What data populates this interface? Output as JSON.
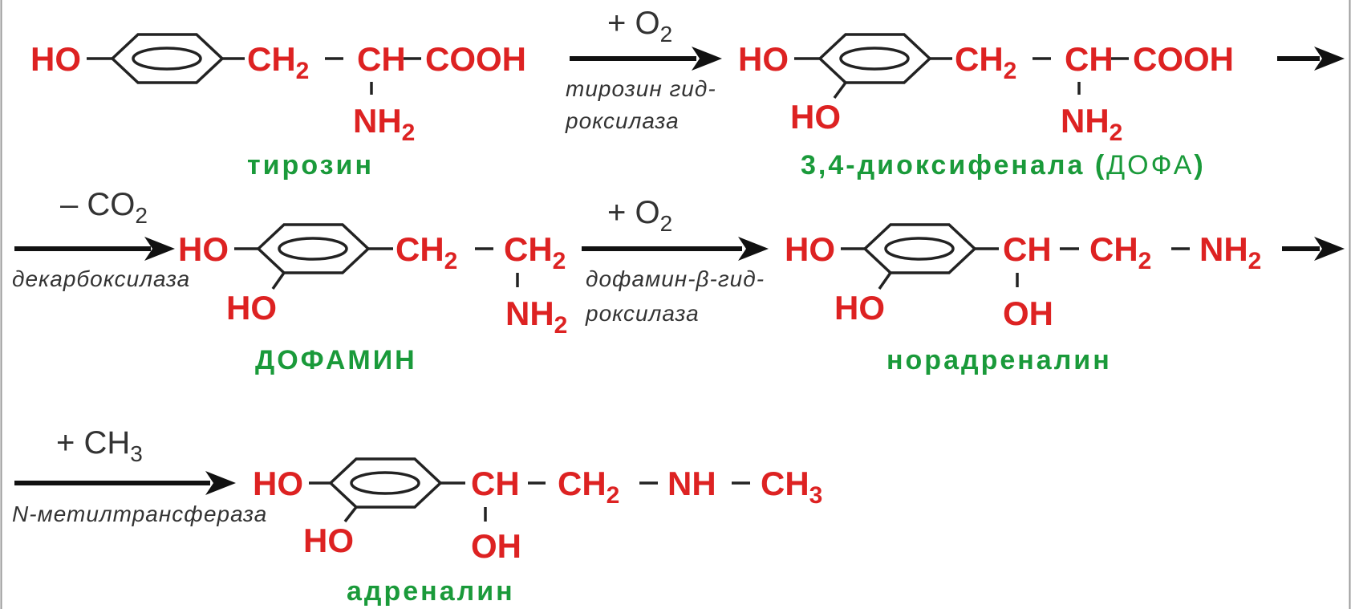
{
  "colors": {
    "formula": "#dd2222",
    "name": "#1a9a3a",
    "reagent": "#333333",
    "bond": "#222222",
    "border": "#999999"
  },
  "groups": {
    "ho": "HO",
    "ch": "CH",
    "ch2": "CH",
    "sub2": "2",
    "sub3": "3",
    "cooh": "COOH",
    "nh2": "NH",
    "oh": "OH",
    "nh": "NH",
    "ch3": "CH"
  },
  "reagents": {
    "step1": "+ O",
    "step2": "– CO",
    "step3": "+ O",
    "step4": "+ CH"
  },
  "enzymes": {
    "tyrosine_hydroxylase_1": "тирозин гид-",
    "tyrosine_hydroxylase_2": "роксилаза",
    "decarboxylase": "декарбоксилаза",
    "dopamine_hydroxylase_1": "дофамин-β-гид-",
    "dopamine_hydroxylase_2": "роксилаза",
    "methyltransferase": "N-метилтрансфераза"
  },
  "names": {
    "tyrosine": "тирозин",
    "dopa_bold": "3,4-диоксифенала (",
    "dopa_light": "ДОФА",
    "dopa_close": ")",
    "dopamine": "ДОФАМИН",
    "noradrenaline": "норадреналин",
    "adrenaline": "адреналин"
  },
  "bond_dash": "–"
}
